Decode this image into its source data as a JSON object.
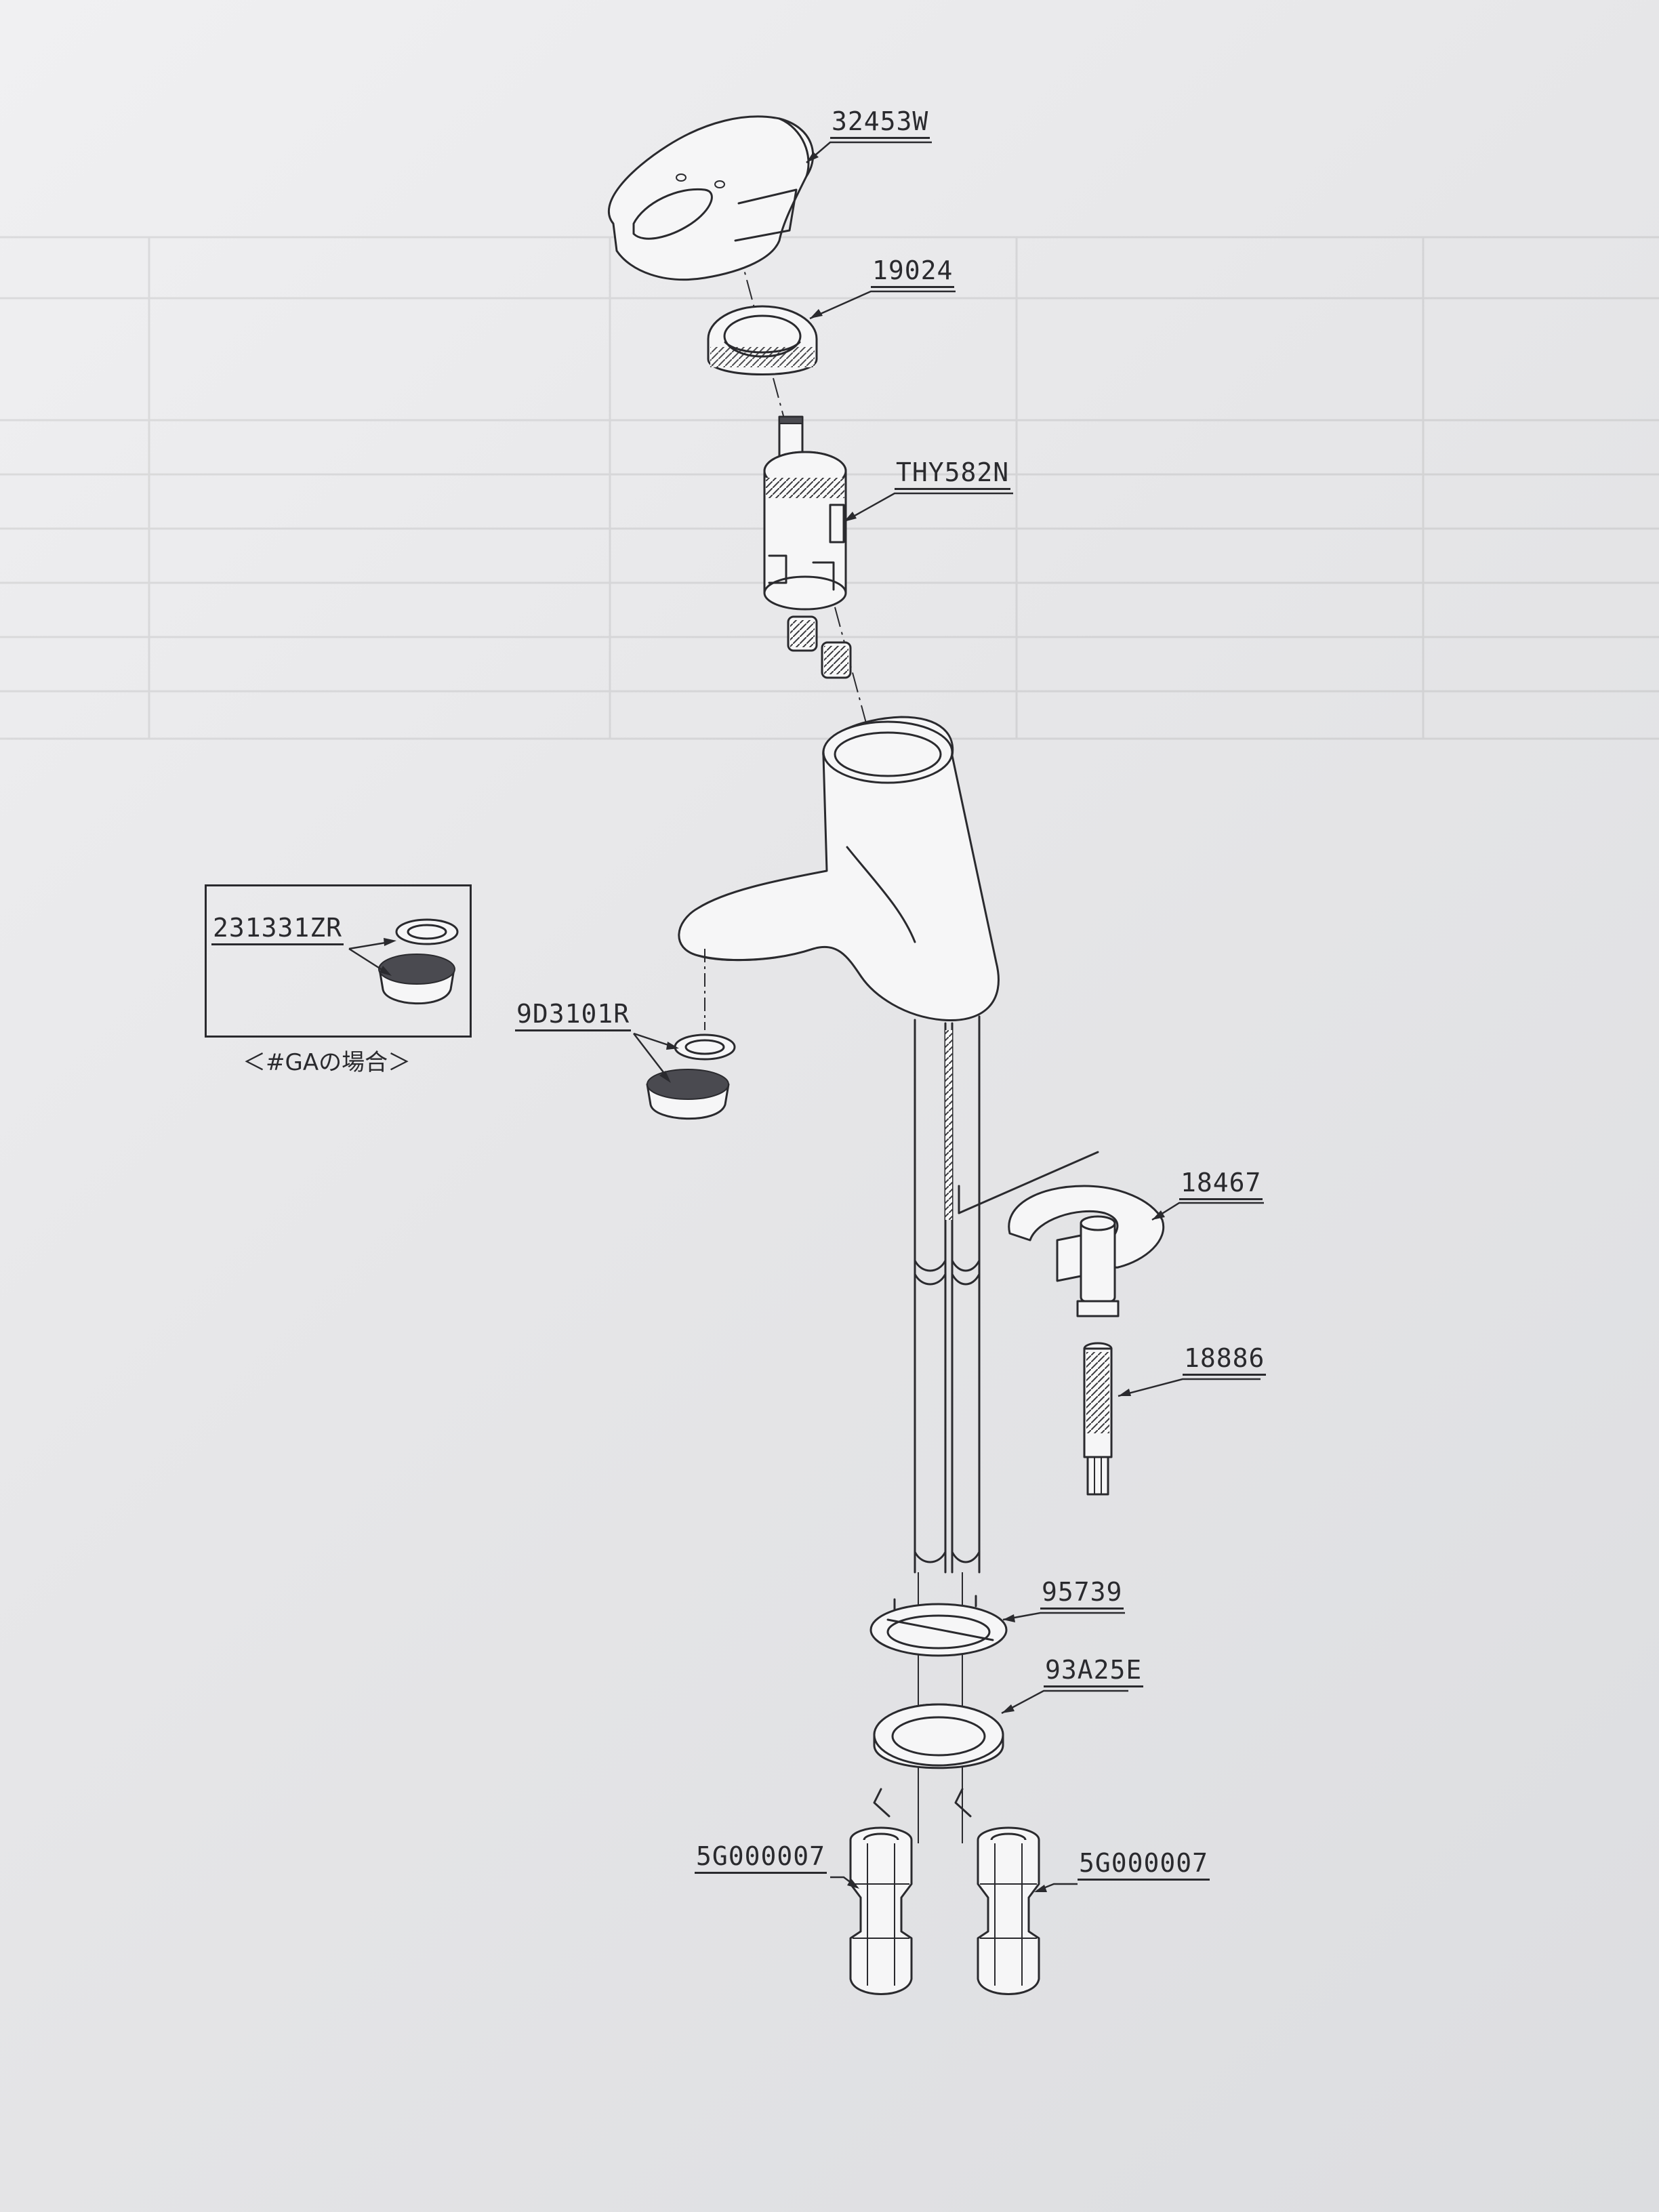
{
  "parts": {
    "lever_handle": "32453W",
    "cover_nut": "19024",
    "cartridge": "THY582N",
    "aerator_inset": "231331ZR",
    "aerator": "9D3101R",
    "fixing_bracket": "18467",
    "fixing_bolt": "18886",
    "washer_plate": "95739",
    "gasket": "93A25E",
    "nut_left": "5G000007",
    "nut_right": "5G000007"
  },
  "inset": {
    "caption": "＜#GAの場合＞"
  }
}
